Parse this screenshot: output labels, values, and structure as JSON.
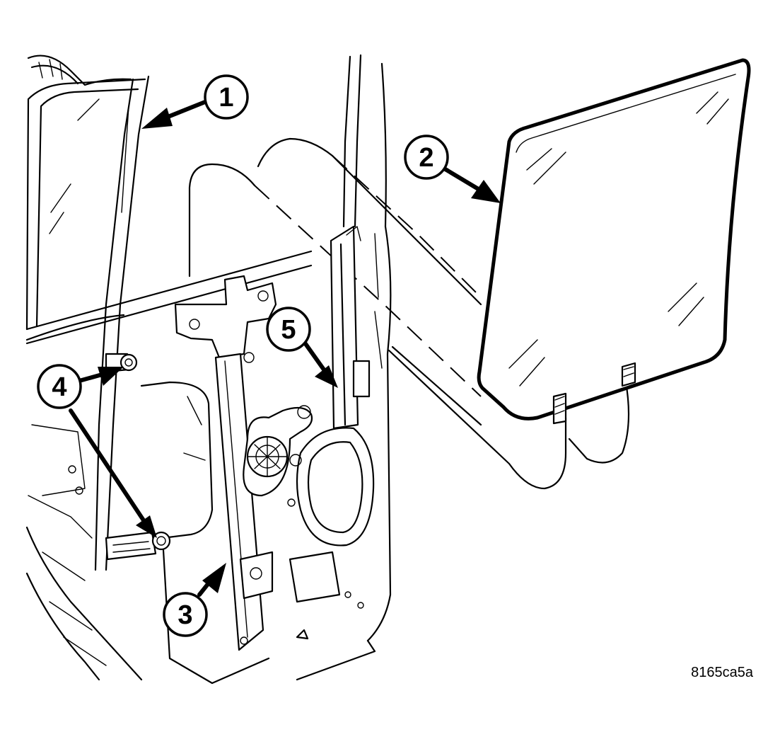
{
  "callouts": [
    {
      "id": "callout-1",
      "label": "1"
    },
    {
      "id": "callout-2",
      "label": "2"
    },
    {
      "id": "callout-3",
      "label": "3"
    },
    {
      "id": "callout-4",
      "label": "4"
    },
    {
      "id": "callout-5",
      "label": "5"
    }
  ],
  "reference_code": "8165ca5a"
}
